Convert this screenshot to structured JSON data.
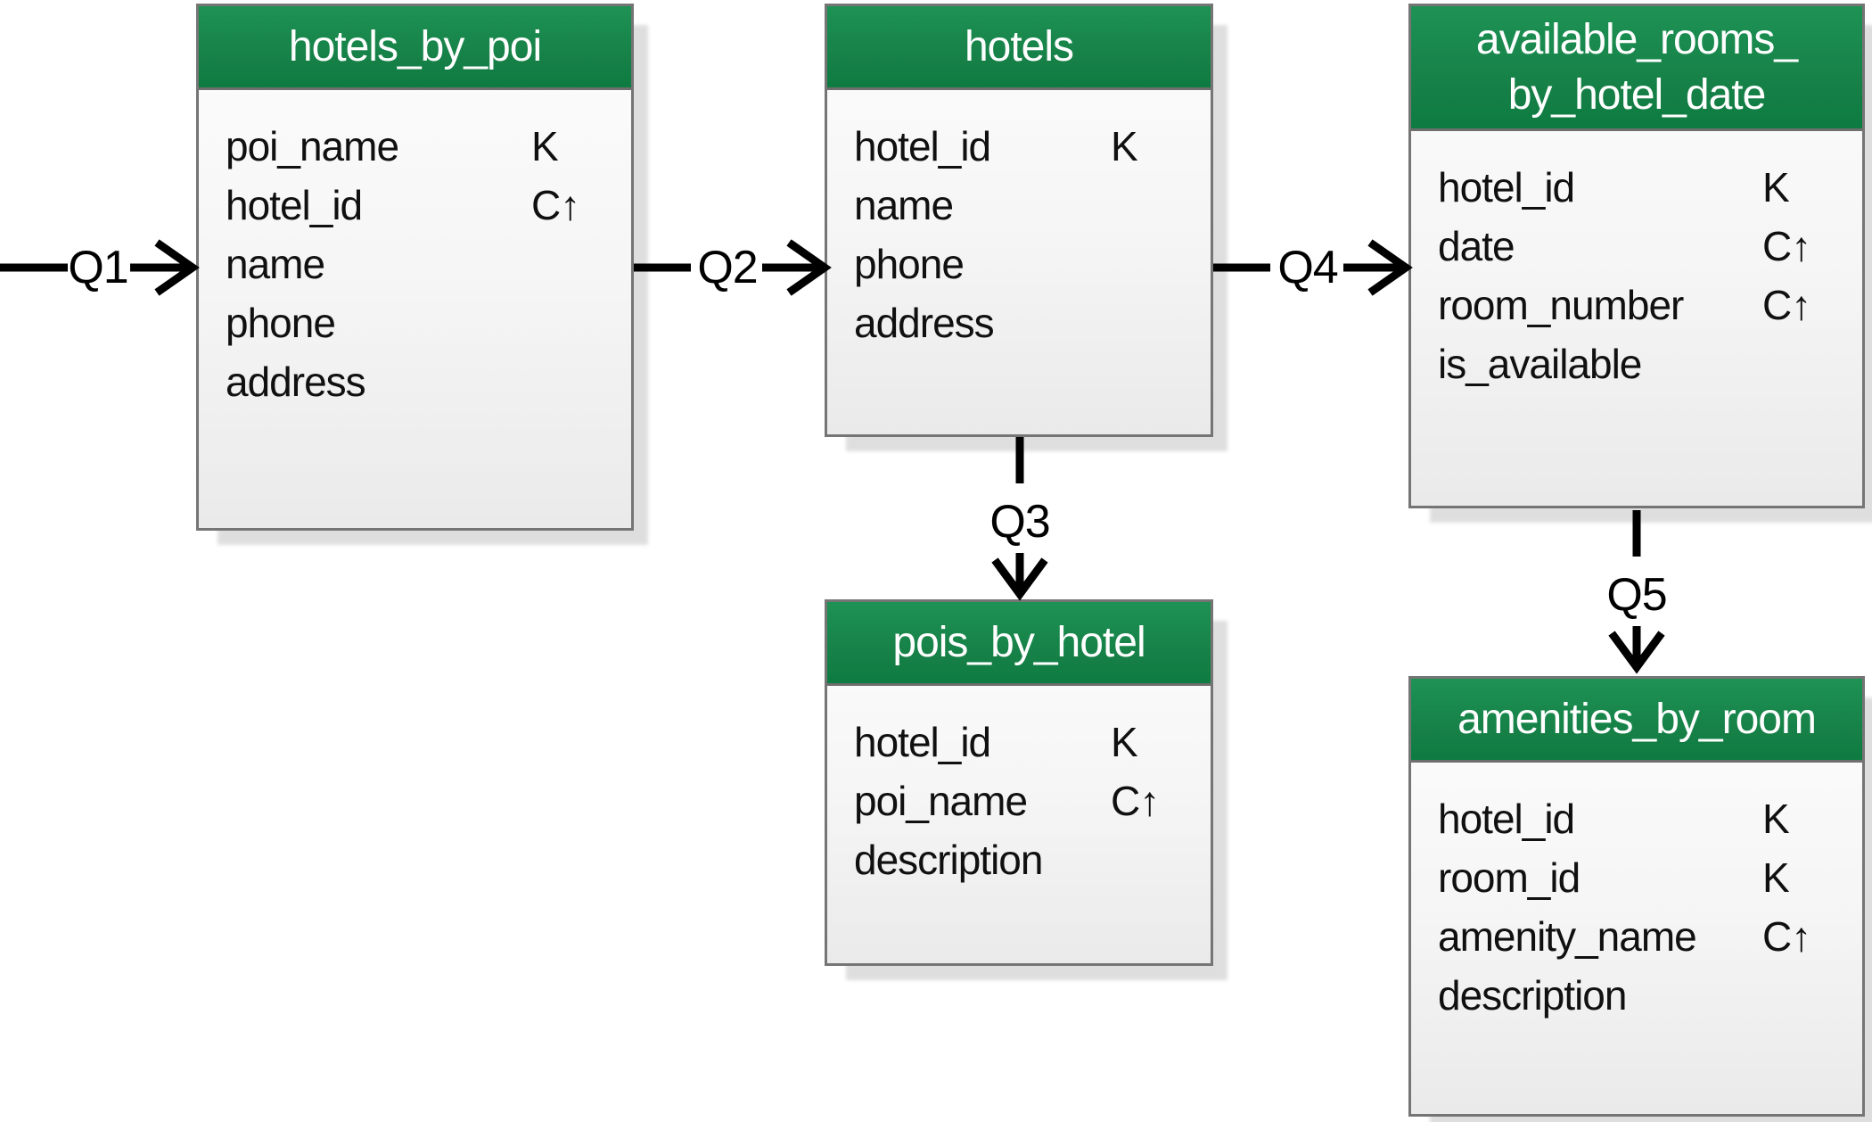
{
  "diagram": {
    "colors": {
      "header_green_top": "#1E9254",
      "header_green_bottom": "#0D7C41",
      "header_text": "#FFFFFF",
      "table_border": "#757575",
      "body_gradient_top": "#FDFDFD",
      "body_gradient_bottom": "#EAEAEA",
      "shadow": "#E3E3E3",
      "text": "#101010",
      "arrow": "#000000"
    },
    "tables": [
      {
        "title_lines": [
          "hotels_by_poi"
        ],
        "columns": [
          {
            "name": "poi_name",
            "key": "K"
          },
          {
            "name": "hotel_id",
            "key": "C↑"
          },
          {
            "name": "name",
            "key": ""
          },
          {
            "name": "phone",
            "key": ""
          },
          {
            "name": "address",
            "key": ""
          }
        ]
      },
      {
        "title_lines": [
          "hotels"
        ],
        "columns": [
          {
            "name": "hotel_id",
            "key": "K"
          },
          {
            "name": "name",
            "key": ""
          },
          {
            "name": "phone",
            "key": ""
          },
          {
            "name": "address",
            "key": ""
          }
        ]
      },
      {
        "title_lines": [
          "available_rooms_",
          "by_hotel_date"
        ],
        "columns": [
          {
            "name": "hotel_id",
            "key": "K"
          },
          {
            "name": "date",
            "key": "C↑"
          },
          {
            "name": "room_number",
            "key": "C↑"
          },
          {
            "name": "is_available",
            "key": ""
          }
        ]
      },
      {
        "title_lines": [
          "pois_by_hotel"
        ],
        "columns": [
          {
            "name": "hotel_id",
            "key": "K"
          },
          {
            "name": "poi_name",
            "key": "C↑"
          },
          {
            "name": "description",
            "key": ""
          }
        ]
      },
      {
        "title_lines": [
          "amenities_by_room"
        ],
        "columns": [
          {
            "name": "hotel_id",
            "key": "K"
          },
          {
            "name": "room_id",
            "key": "K"
          },
          {
            "name": "amenity_name",
            "key": "C↑"
          },
          {
            "name": "description",
            "key": ""
          }
        ]
      }
    ],
    "queries": [
      {
        "label": "Q1"
      },
      {
        "label": "Q2"
      },
      {
        "label": "Q3"
      },
      {
        "label": "Q4"
      },
      {
        "label": "Q5"
      }
    ]
  }
}
